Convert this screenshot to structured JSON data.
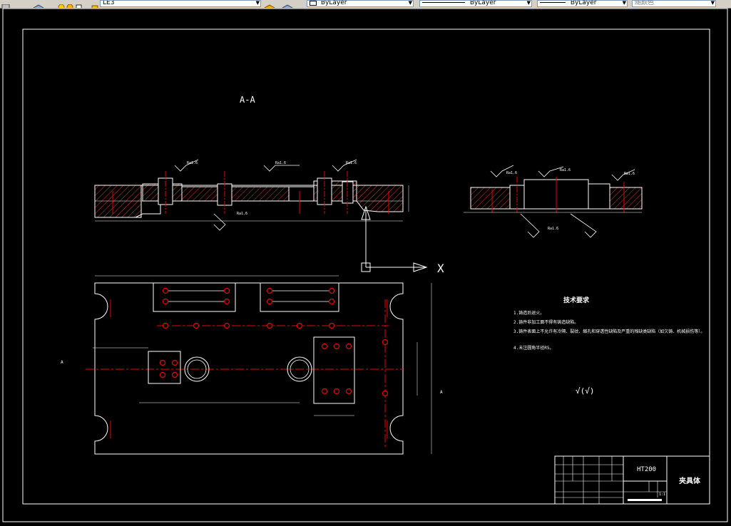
{
  "toolbar": {
    "layer_value": "LE3",
    "color_value": "ByLayer",
    "linetype_value": "ByLayer",
    "lineweight_value": "ByLayer",
    "plotstyle_value": "随颜色"
  },
  "drawing": {
    "section_label": "A-A",
    "axis_label": "X",
    "tech_title": "技术要求",
    "tech_notes": [
      "1.铸造后退火。",
      "2.铸件非加工面不得有铸造缺陷。",
      "3.铸件表面上不允许有冷隔、裂纹、缩孔和穿透性缺陷及严重的残缺类缺陷（如欠铸、机械损伤等）。",
      "4.未注圆角半径R5。"
    ],
    "roughness_mark": "√(√)",
    "roughness_label": "Ra1.6",
    "section_arrow_left": "A",
    "section_arrow_right": "A",
    "title_block": {
      "material": "HT200",
      "part_name": "夹具体",
      "scale": "1:1"
    }
  }
}
